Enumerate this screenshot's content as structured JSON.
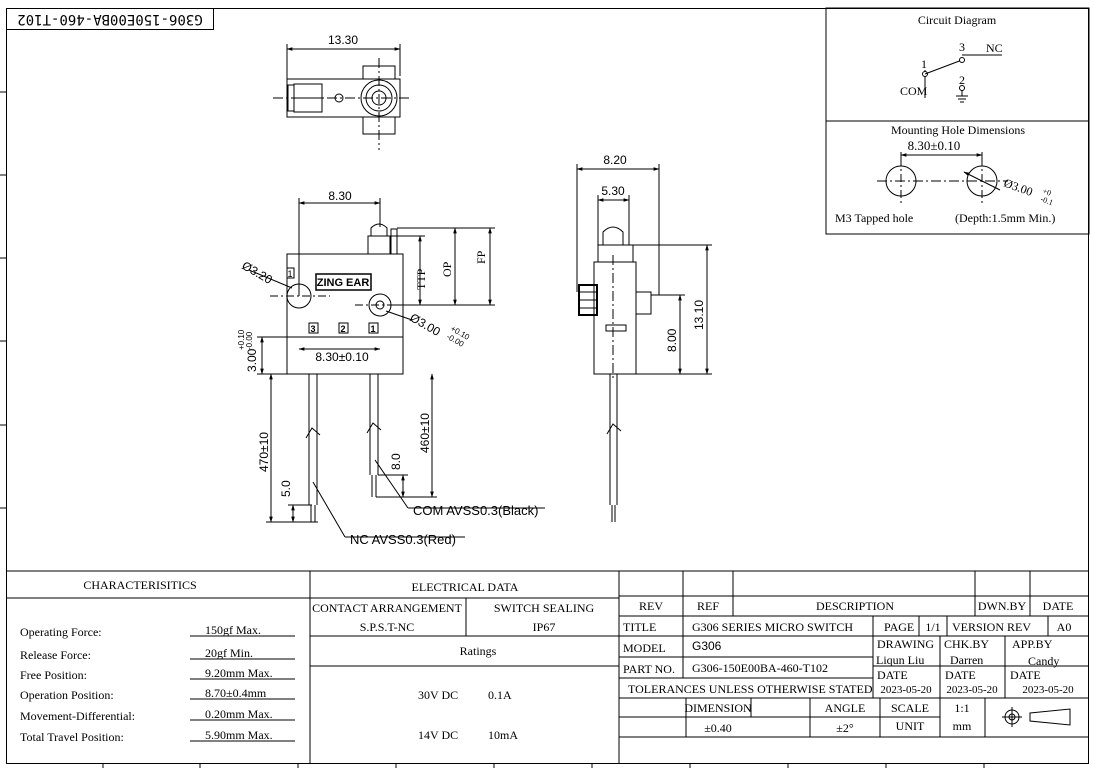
{
  "drawing_code_rotated": "G306-150E00BA-460-T102",
  "circuit": {
    "title": "Circuit Diagram",
    "pin_com": "1",
    "pin_nc": "3",
    "pin_no": "2",
    "label_com": "COM",
    "label_nc": "NC"
  },
  "mounting": {
    "title": "Mounting Hole Dimensions",
    "pitch": "8.30±0.10",
    "hole_dia": "Ø3.00",
    "hole_tol_plus": "+0",
    "hole_tol_minus": "-0.1",
    "tapped": "M3 Tapped hole",
    "depth": "(Depth:1.5mm Min.)"
  },
  "dims": {
    "top_width": "13.30",
    "front_hole_pitch": "8.30",
    "hole_left": "Ø3.20",
    "hole_right": "Ø3.00",
    "hole_right_tol_plus": "+0.10",
    "hole_right_tol_minus": "-0.00",
    "hole_pitch_bottom": "8.30±0.10",
    "height_from_bottom": "3.00",
    "height_tol_plus": "+0.10",
    "height_tol_minus": "-0.00",
    "ttp": "TTP",
    "op": "OP",
    "fp": "FP",
    "lead_left": "470±10",
    "lead_right": "460±10",
    "strip_left": "5.0",
    "strip_right": "8.0",
    "side_width": "8.20",
    "side_inner": "5.30",
    "side_height": "13.10",
    "side_body": "8.00",
    "brand": "ZING EAR",
    "pin_marks": [
      "3",
      "2",
      "1"
    ],
    "pin_one": "1"
  },
  "wires": {
    "com": "COM AVSS0.3(Black)",
    "nc": "NC AVSS0.3(Red)"
  },
  "characteristics": {
    "title": "CHARACTERISITICS",
    "rows": [
      {
        "label": "Operating Force:",
        "value": "150gf Max."
      },
      {
        "label": "Release Force:",
        "value": "20gf Min."
      },
      {
        "label": "Free Position:",
        "value": "9.20mm Max."
      },
      {
        "label": "Operation Position:",
        "value": "8.70±0.4mm"
      },
      {
        "label": "Movement-Differential:",
        "value": "0.20mm Max."
      },
      {
        "label": "Total Travel Position:",
        "value": "5.90mm Max."
      }
    ]
  },
  "electrical": {
    "title": "ELECTRICAL DATA",
    "contact_label": "CONTACT ARRANGEMENT",
    "contact_value": "S.P.S.T-NC",
    "sealing_label": "SWITCH SEALING",
    "sealing_value": "IP67",
    "ratings_label": "Ratings",
    "ratings": [
      {
        "voltage": "30V DC",
        "current": "0.1A"
      },
      {
        "voltage": "14V DC",
        "current": "10mA"
      }
    ]
  },
  "title_block": {
    "rev_label": "REV",
    "ref_label": "REF",
    "desc_label": "DESCRIPTION",
    "dwn_label": "DWN.BY",
    "date_label": "DATE",
    "title_label": "TITLE",
    "title_value": "G306 SERIES MICRO SWITCH",
    "page_label": "PAGE",
    "page_value": "1/1",
    "version_label": "VERSION REV",
    "version_value": "A0",
    "model_label": "MODEL",
    "model_value": "G306",
    "drawing_label": "DRAWING",
    "drawing_value": "Liqun Liu",
    "chk_label": "CHK.BY",
    "chk_value": "Darren",
    "app_label": "APP.BY",
    "app_value": "Candy",
    "part_label": "PART NO.",
    "part_value": "G306-150E00BA-460-T102",
    "tol_label": "TOLERANCES UNLESS OTHERWISE STATED",
    "date_drawing": "2023-05-20",
    "date_chk": "2023-05-20",
    "date_app": "2023-05-20",
    "dimension_label": "DIMENSION",
    "dimension_value": "±0.40",
    "angle_label": "ANGLE",
    "angle_value": "±2°",
    "scale_label": "SCALE",
    "scale_value": "1:1",
    "unit_label": "UNIT",
    "unit_value": "mm"
  }
}
